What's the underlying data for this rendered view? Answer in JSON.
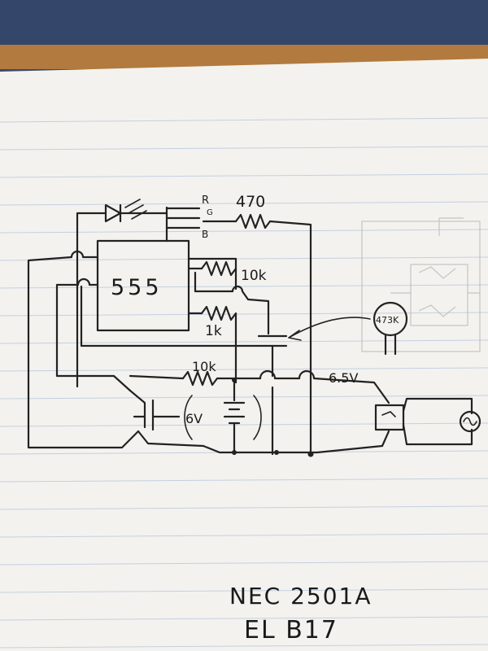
{
  "components": {
    "ic": "555",
    "resistor_top": "470",
    "resistor_right_top": "10k",
    "resistor_right_bottom": "1k",
    "resistor_bottom": "10k",
    "battery": "6V",
    "output_voltage": "6.5V",
    "ldr": "473K"
  },
  "rgb_pins": {
    "r": "R",
    "g": "G",
    "b": "B"
  },
  "notes": {
    "line1": "NEC 2501A",
    "line2": "EL B17"
  },
  "colors": {
    "paper": "#f4f3ef",
    "ink": "#1f1f1f",
    "denim": "#3b4f73",
    "wood": "#b47a3c"
  }
}
